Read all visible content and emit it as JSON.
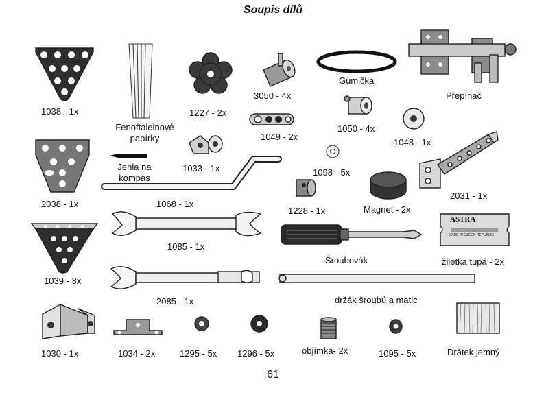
{
  "title": "Soupis dílů",
  "page_number": "61",
  "parts": {
    "p1038": {
      "label": "1038 - 1x",
      "icon": "triangle-plate-icon"
    },
    "fenoftalein": {
      "label": "Fenoftaleinové papírky",
      "icon": "paper-strips-icon"
    },
    "p1227": {
      "label": "1227 - 2x",
      "icon": "flower-washer-icon"
    },
    "p3050": {
      "label": "3050 - 4x",
      "icon": "roller-icon"
    },
    "gumicka": {
      "label": "Gumička",
      "icon": "rubber-band-icon"
    },
    "prepinac": {
      "label": "Přepínač",
      "icon": "switch-icon"
    },
    "p1049": {
      "label": "1049 - 2x",
      "icon": "axle-icon"
    },
    "p1050": {
      "label": "1050 - 4x",
      "icon": "spacer-icon"
    },
    "p1048": {
      "label": "1048 - 1x",
      "icon": "washer-icon"
    },
    "p1033": {
      "label": "1033 - 1x",
      "icon": "bracket-icon"
    },
    "jehla": {
      "label": "Jehla na kompas",
      "icon": "needle-icon"
    },
    "p2038": {
      "label": "2038 - 1x",
      "icon": "trapezoid-plate-icon"
    },
    "p1098": {
      "label": "1098 - 5x",
      "icon": "small-washer-icon"
    },
    "p2031": {
      "label": "2031 - 1x",
      "icon": "angle-strip-icon"
    },
    "p1068": {
      "label": "1068 - 1x",
      "icon": "crank-rod-icon"
    },
    "p1228": {
      "label": "1228 - 1x",
      "icon": "collar-icon"
    },
    "magnet": {
      "label": "Magnet - 2x",
      "icon": "magnet-icon"
    },
    "p1085": {
      "label": "1085 - 1x",
      "icon": "wrench-icon"
    },
    "sroubovak": {
      "label": "Šroubovák",
      "icon": "screwdriver-icon"
    },
    "ziletka": {
      "label": "žiletka tupá - 2x",
      "icon": "razor-blade-icon",
      "brand": "ASTRA",
      "small_text": "MADE IN CZECH REPUBLIC"
    },
    "p1039": {
      "label": "1039 - 3x",
      "icon": "bent-plate-icon"
    },
    "p2085": {
      "label": "2085 - 1x",
      "icon": "wrench-long-icon"
    },
    "drzak": {
      "label": "držák šroubů a matic",
      "icon": "holder-rod-icon"
    },
    "p1030": {
      "label": "1030 - 1x",
      "icon": "double-bracket-icon"
    },
    "p1034": {
      "label": "1034 - 2x",
      "icon": "strap-icon"
    },
    "p1295": {
      "label": "1295 - 5x",
      "icon": "nut-icon"
    },
    "p1296": {
      "label": "1296 - 5x",
      "icon": "nut-large-icon"
    },
    "objimka": {
      "label": "objímka- 2x",
      "icon": "coupler-icon"
    },
    "p1095": {
      "label": "1095 - 5x",
      "icon": "small-nut-icon"
    },
    "dratek": {
      "label": "Drátek jemný",
      "icon": "fine-wire-icon"
    }
  }
}
